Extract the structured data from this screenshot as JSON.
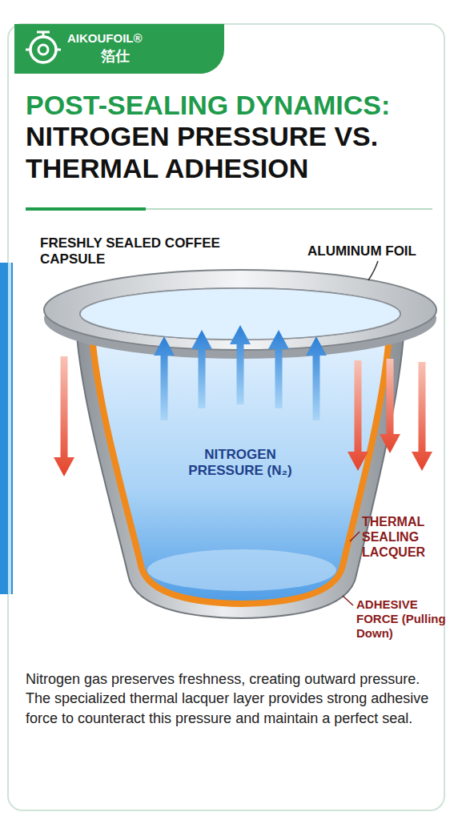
{
  "diagram": {
    "title": "POST-SEALING DYNAMICS: NITROGEN PRESSURE VS. THERMAL ADHESION",
    "caption": "Nitrogen gas preserves freshness, creating outward pressure. The specialized thermal lacquer layer provides strong adhesive force to counteract this pressure and maintain a perfect seal.",
    "nodes": [
      {
        "text": [
          "AIKOUFOIL®",
          "箔仕"
        ]
      },
      {
        "text": [
          "NITROGEN PRESSURE (N₂)"
        ]
      }
    ],
    "labels": [
      "FRESHLY SEALED COFFEE CAPSULE",
      "ALUMINUM FOIL",
      "THERMAL SEALING LACQUER",
      "ADHESIVE FORCE (Pulling Down)"
    ]
  }
}
